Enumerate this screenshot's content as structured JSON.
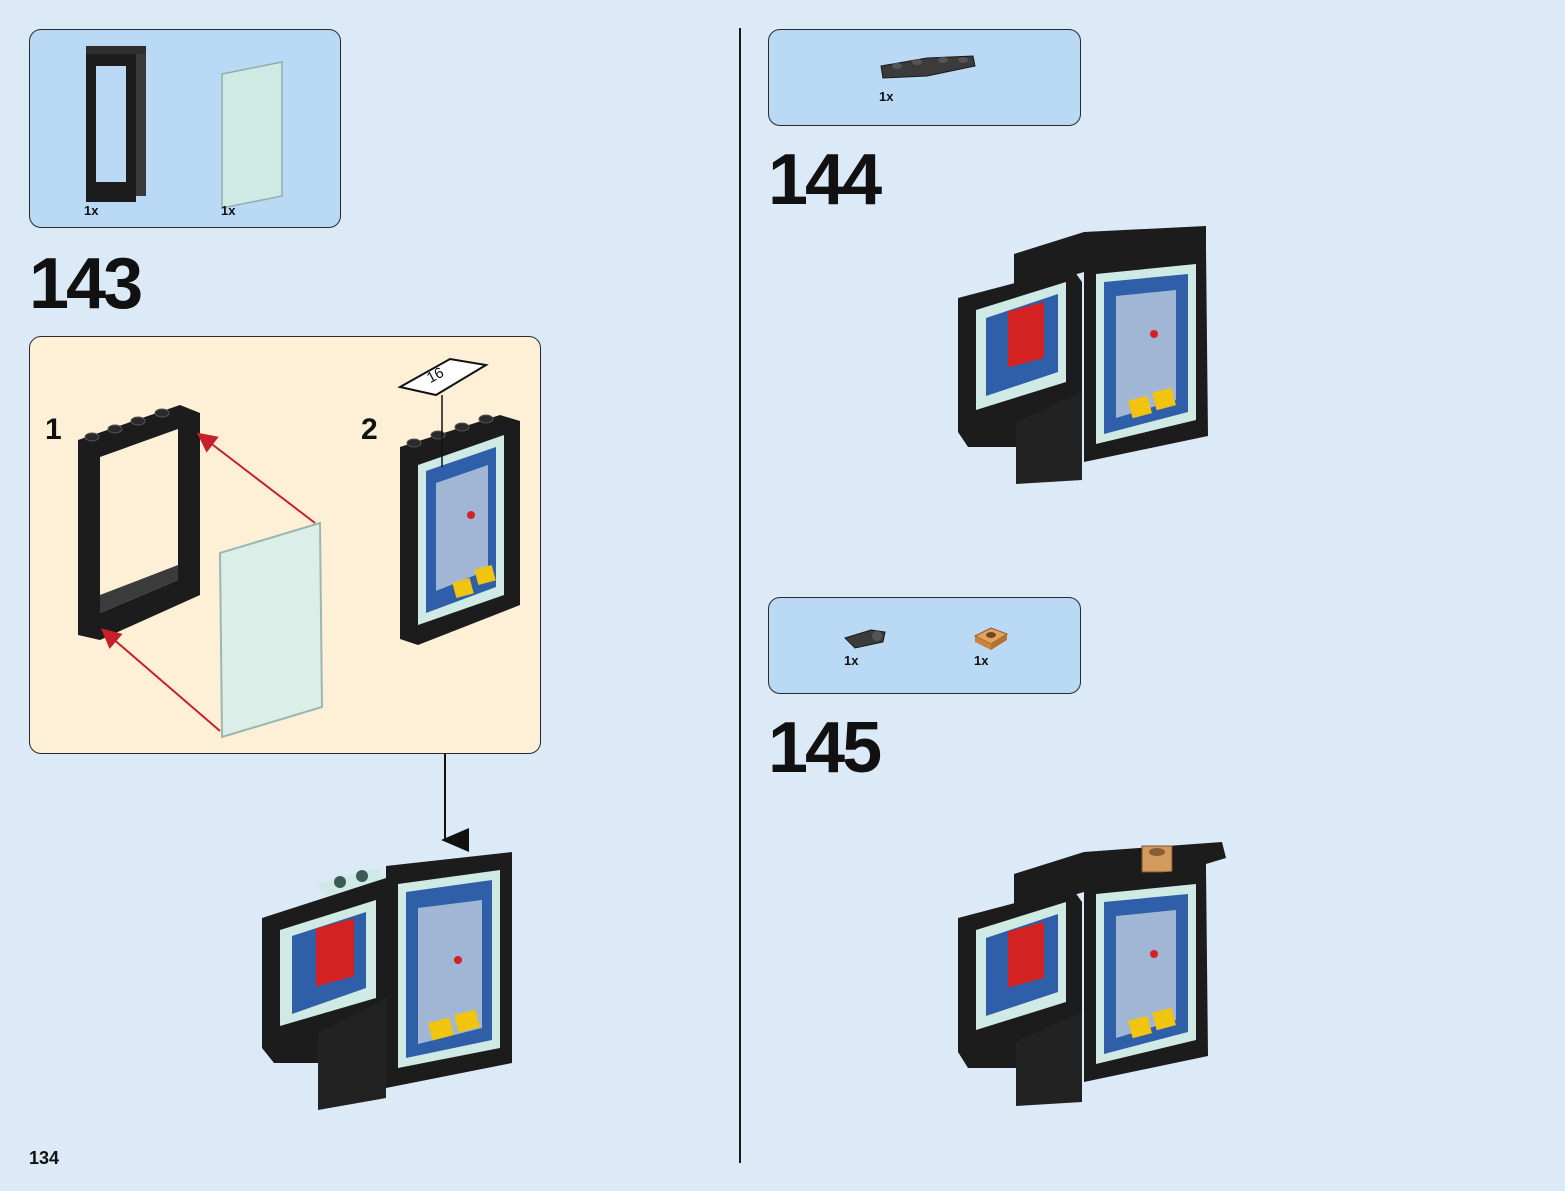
{
  "page": {
    "number": "134"
  },
  "steps": [
    {
      "number": "143",
      "parts": [
        {
          "qty": "1x",
          "icon": "black-door-frame"
        },
        {
          "qty": "1x",
          "icon": "transparent-glass-panel"
        }
      ],
      "substeps": [
        {
          "number": "1"
        },
        {
          "number": "2",
          "sticker": "16"
        }
      ]
    },
    {
      "number": "144",
      "parts": [
        {
          "qty": "1x",
          "icon": "dark-gray-hinge-plate"
        }
      ]
    },
    {
      "number": "145",
      "parts": [
        {
          "qty": "1x",
          "icon": "dark-gray-clip-plate"
        },
        {
          "qty": "1x",
          "icon": "tan-round-tile-plate"
        }
      ]
    }
  ],
  "colors": {
    "background": "#dceaf8",
    "parts_box": "#b9d9f5",
    "substep_box": "#fdf0d6",
    "arrow_red": "#c8202a",
    "brick_black": "#1c1c1c",
    "glass": "#d3ebe6",
    "panel_blue": "#2f5fa8",
    "sticker_red": "#d42121",
    "sticker_yellow": "#f1c40f"
  }
}
